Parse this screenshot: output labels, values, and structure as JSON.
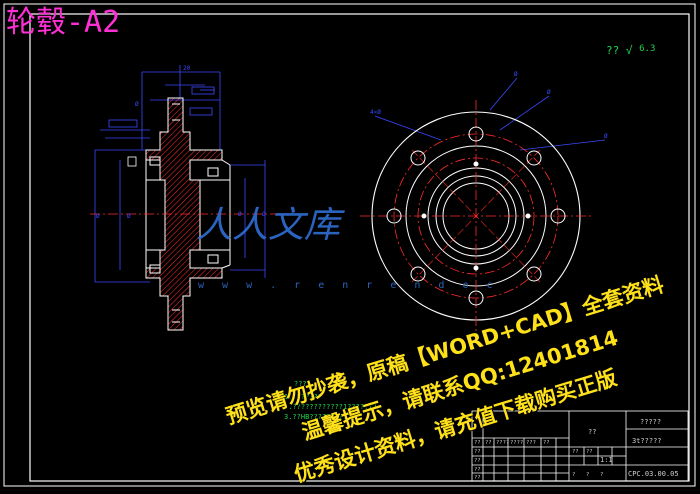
{
  "drawing": {
    "title": "轮毂-A2",
    "roughness": {
      "prefix": "??",
      "value": "6.3"
    },
    "watermark_site": "w w w . r e n r e n d o c",
    "watermark_logo": "人人文库",
    "notes": [
      "????",
      "1.???????",
      "2.????????????1?????12",
      "3.??HB?????????"
    ],
    "watermark_lines": [
      "预览请勿抄袭，原稿【WORD+CAD】全套资料",
      "温馨提示，请联系QQ:12401814",
      "优秀设计资料，请充值下载购买正版"
    ]
  },
  "title_block": {
    "part_name": "??",
    "company": "?????",
    "material": "3t?????",
    "drawing_no": "CPC.03.00.05",
    "scale": "1:1"
  },
  "colors": {
    "background": "#000000",
    "title": "#ff2fd6",
    "outline": "#ffffff",
    "dimension": "#3a49ff",
    "center_line": "#ff2b2b",
    "watermark": "#ffe11a",
    "note_green": "#21d34c"
  }
}
